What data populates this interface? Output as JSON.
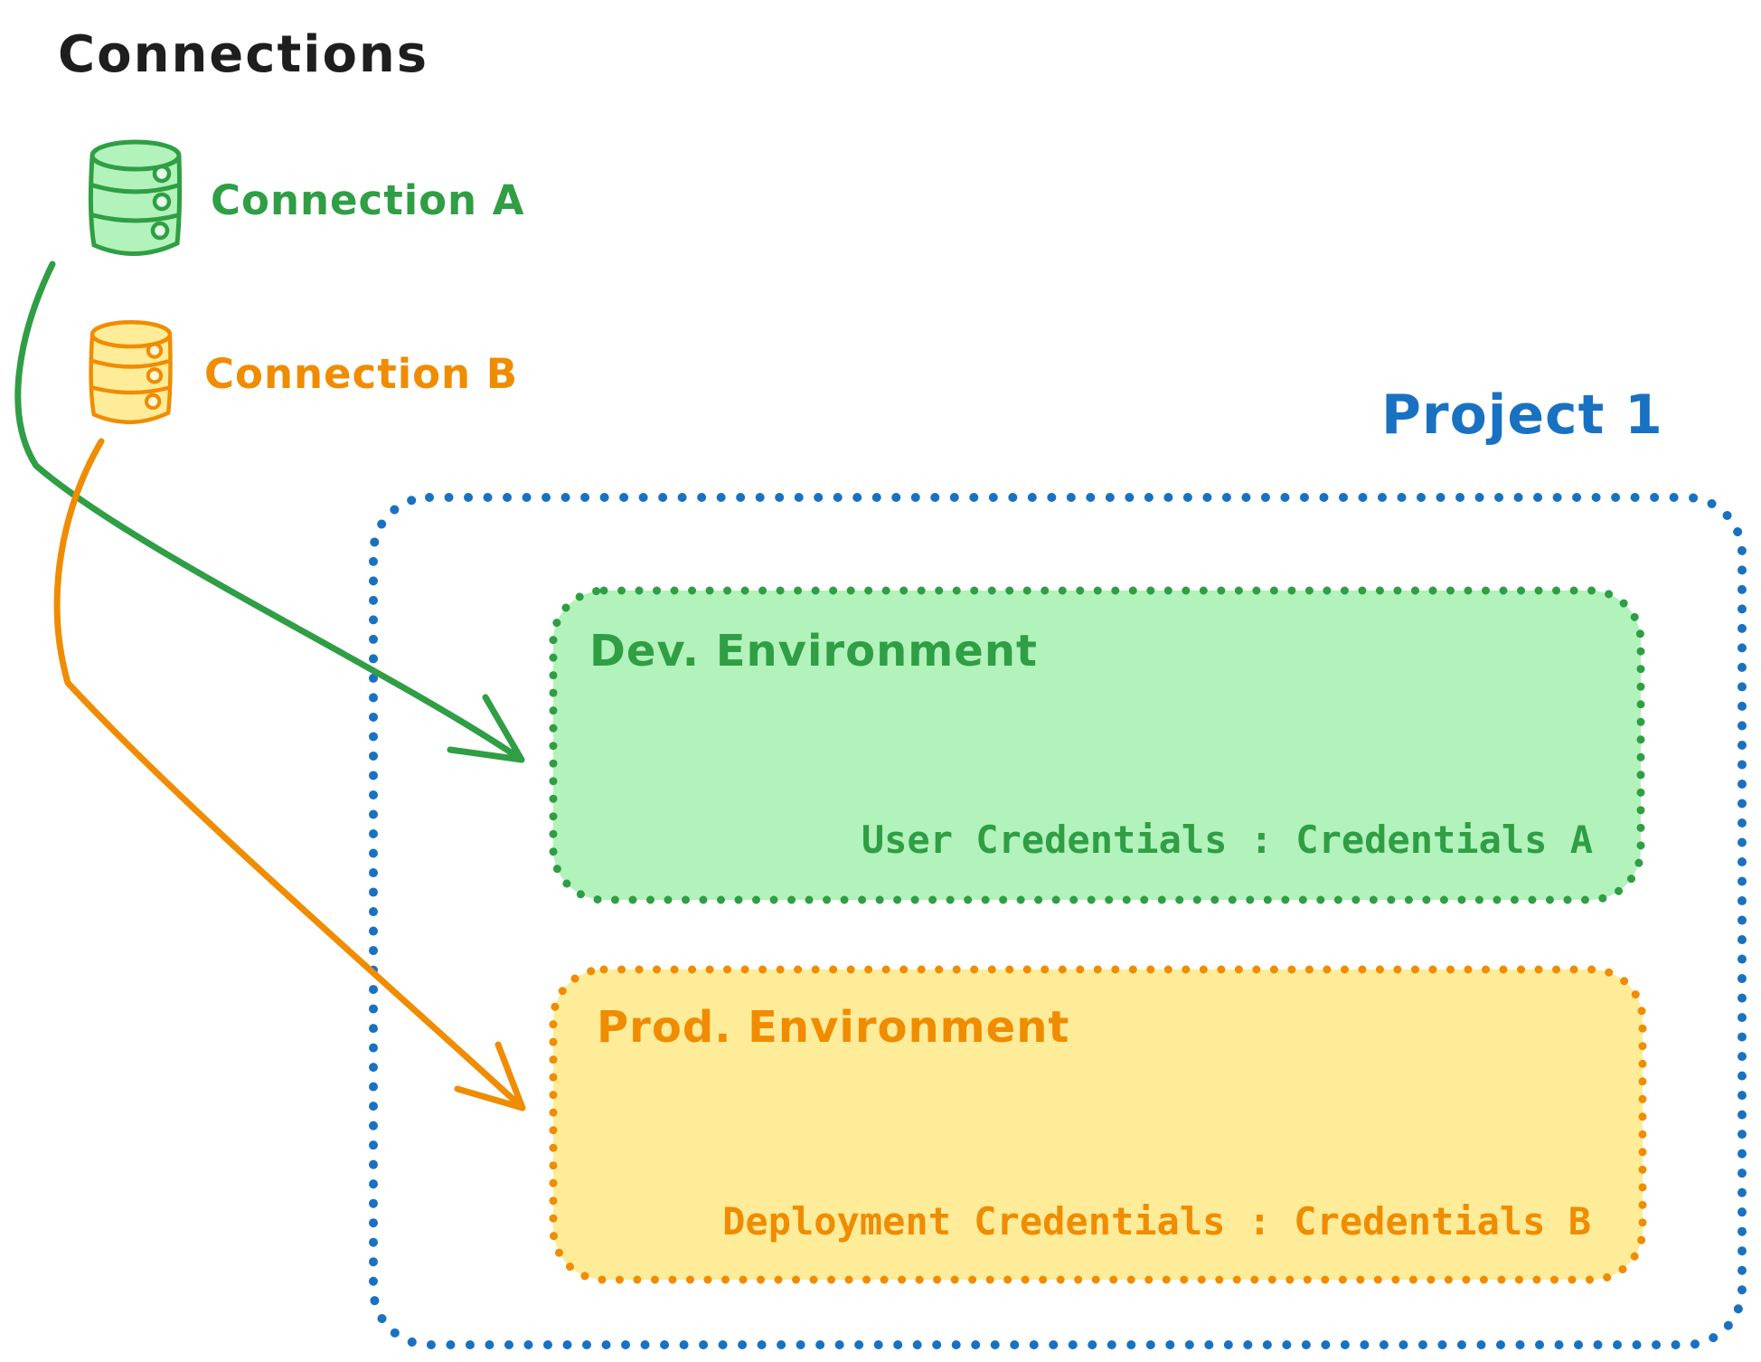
{
  "colors": {
    "ink": "#1e1e1e",
    "green": "#2f9e44",
    "green_fill": "#b2f2bb",
    "orange": "#f08c00",
    "orange_fill": "#ffec99",
    "blue": "#1971c2",
    "canvas": "#ffffff"
  },
  "connections": {
    "title": "Connections",
    "items": [
      {
        "label": "Connection A",
        "icon": "database-cylinder-icon",
        "color": "green"
      },
      {
        "label": "Connection B",
        "icon": "database-cylinder-icon",
        "color": "orange"
      }
    ]
  },
  "project": {
    "title": "Project 1",
    "environments": [
      {
        "name": "Dev. Environment",
        "credentials_label": "User Credentials : Credentials A",
        "color": "green"
      },
      {
        "name": "Prod. Environment",
        "credentials_label": "Deployment Credentials : Credentials B",
        "color": "orange"
      }
    ]
  },
  "arrows": [
    {
      "from": "Connection A",
      "to": "Dev. Environment",
      "color": "green"
    },
    {
      "from": "Connection B",
      "to": "Prod. Environment",
      "color": "orange"
    }
  ]
}
